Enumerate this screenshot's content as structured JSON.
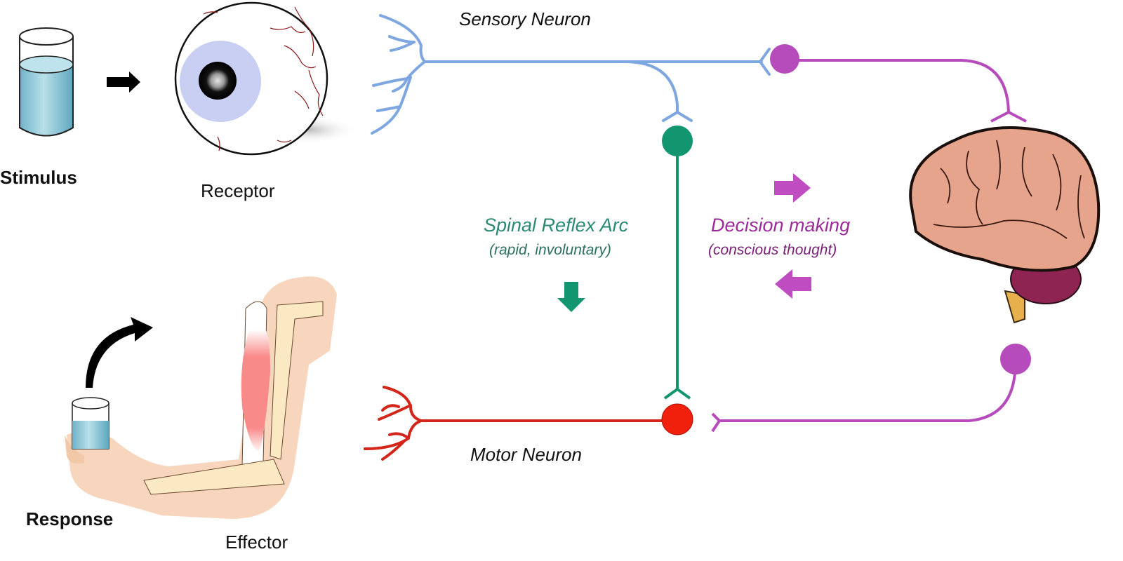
{
  "labels": {
    "stimulus": "Stimulus",
    "receptor": "Receptor",
    "sensory_neuron": "Sensory Neuron",
    "motor_neuron": "Motor Neuron",
    "response": "Response",
    "effector": "Effector",
    "spinal_title": "Spinal Reflex Arc",
    "spinal_sub": "(rapid, involuntary)",
    "decision_title": "Decision making",
    "decision_sub": "(conscious thought)"
  },
  "colors": {
    "sensory": "#7ea6e0",
    "interneuron": "#12966f",
    "motor": "#e0261a",
    "brain_path": "#b64bbb",
    "water": "#8cc7d8"
  }
}
